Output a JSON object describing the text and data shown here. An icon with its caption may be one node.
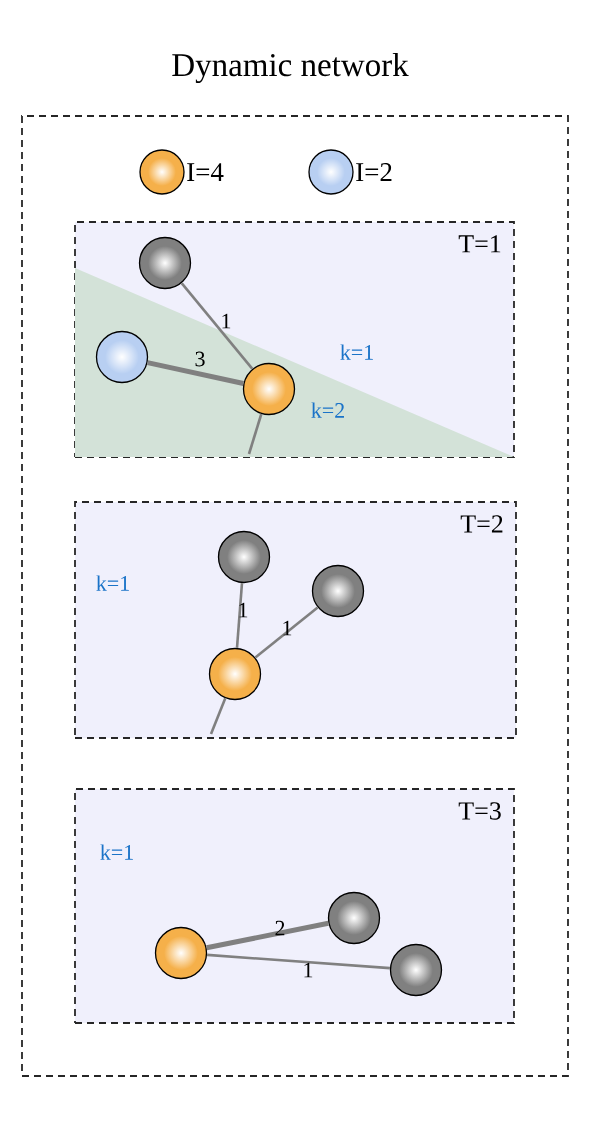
{
  "diagram": {
    "title": "Dynamic network",
    "nodes": [
      {
        "text": [],
        "shape": "box"
      },
      {
        "text": [
          "T=1"
        ],
        "in": 0
      },
      {
        "text": [],
        "shape": "circle",
        "in": 1
      },
      {
        "text": [],
        "shape": "circle",
        "in": 1
      },
      {
        "text": [],
        "shape": "circle",
        "in": 1
      },
      {
        "text": [
          "T=2"
        ],
        "in": 0
      },
      {
        "text": [],
        "shape": "circle",
        "in": 5
      },
      {
        "text": [],
        "shape": "circle",
        "in": 5
      },
      {
        "text": [],
        "shape": "circle",
        "in": 5
      },
      {
        "text": [
          "T=3"
        ],
        "in": 0
      },
      {
        "text": [],
        "shape": "circle",
        "in": 9
      },
      {
        "text": [],
        "shape": "circle",
        "in": 9
      },
      {
        "text": [],
        "shape": "circle",
        "in": 9
      }
    ],
    "edges": [
      {
        "from": 2,
        "to": 4,
        "arrow": "none",
        "label": "1"
      },
      {
        "from": 3,
        "to": 4,
        "arrow": "none",
        "label": "3",
        "style": "thick"
      },
      {
        "from": 4,
        "to": null,
        "arrow": "none"
      },
      {
        "from": 6,
        "to": 8,
        "arrow": "none",
        "label": "1"
      },
      {
        "from": 7,
        "to": 8,
        "arrow": "none",
        "label": "1"
      },
      {
        "from": 8,
        "to": null,
        "arrow": "none"
      },
      {
        "from": 10,
        "to": 11,
        "arrow": "none",
        "label": "2",
        "style": "thick"
      },
      {
        "from": 10,
        "to": 12,
        "arrow": "none",
        "label": "1"
      }
    ],
    "labels": [
      "k=1",
      "k=2",
      "k=1",
      "k=1"
    ],
    "legend": [
      {
        "text": "I=4",
        "color": "#f5b04a"
      },
      {
        "text": "I=2",
        "color": "#b8cff2"
      }
    ]
  }
}
